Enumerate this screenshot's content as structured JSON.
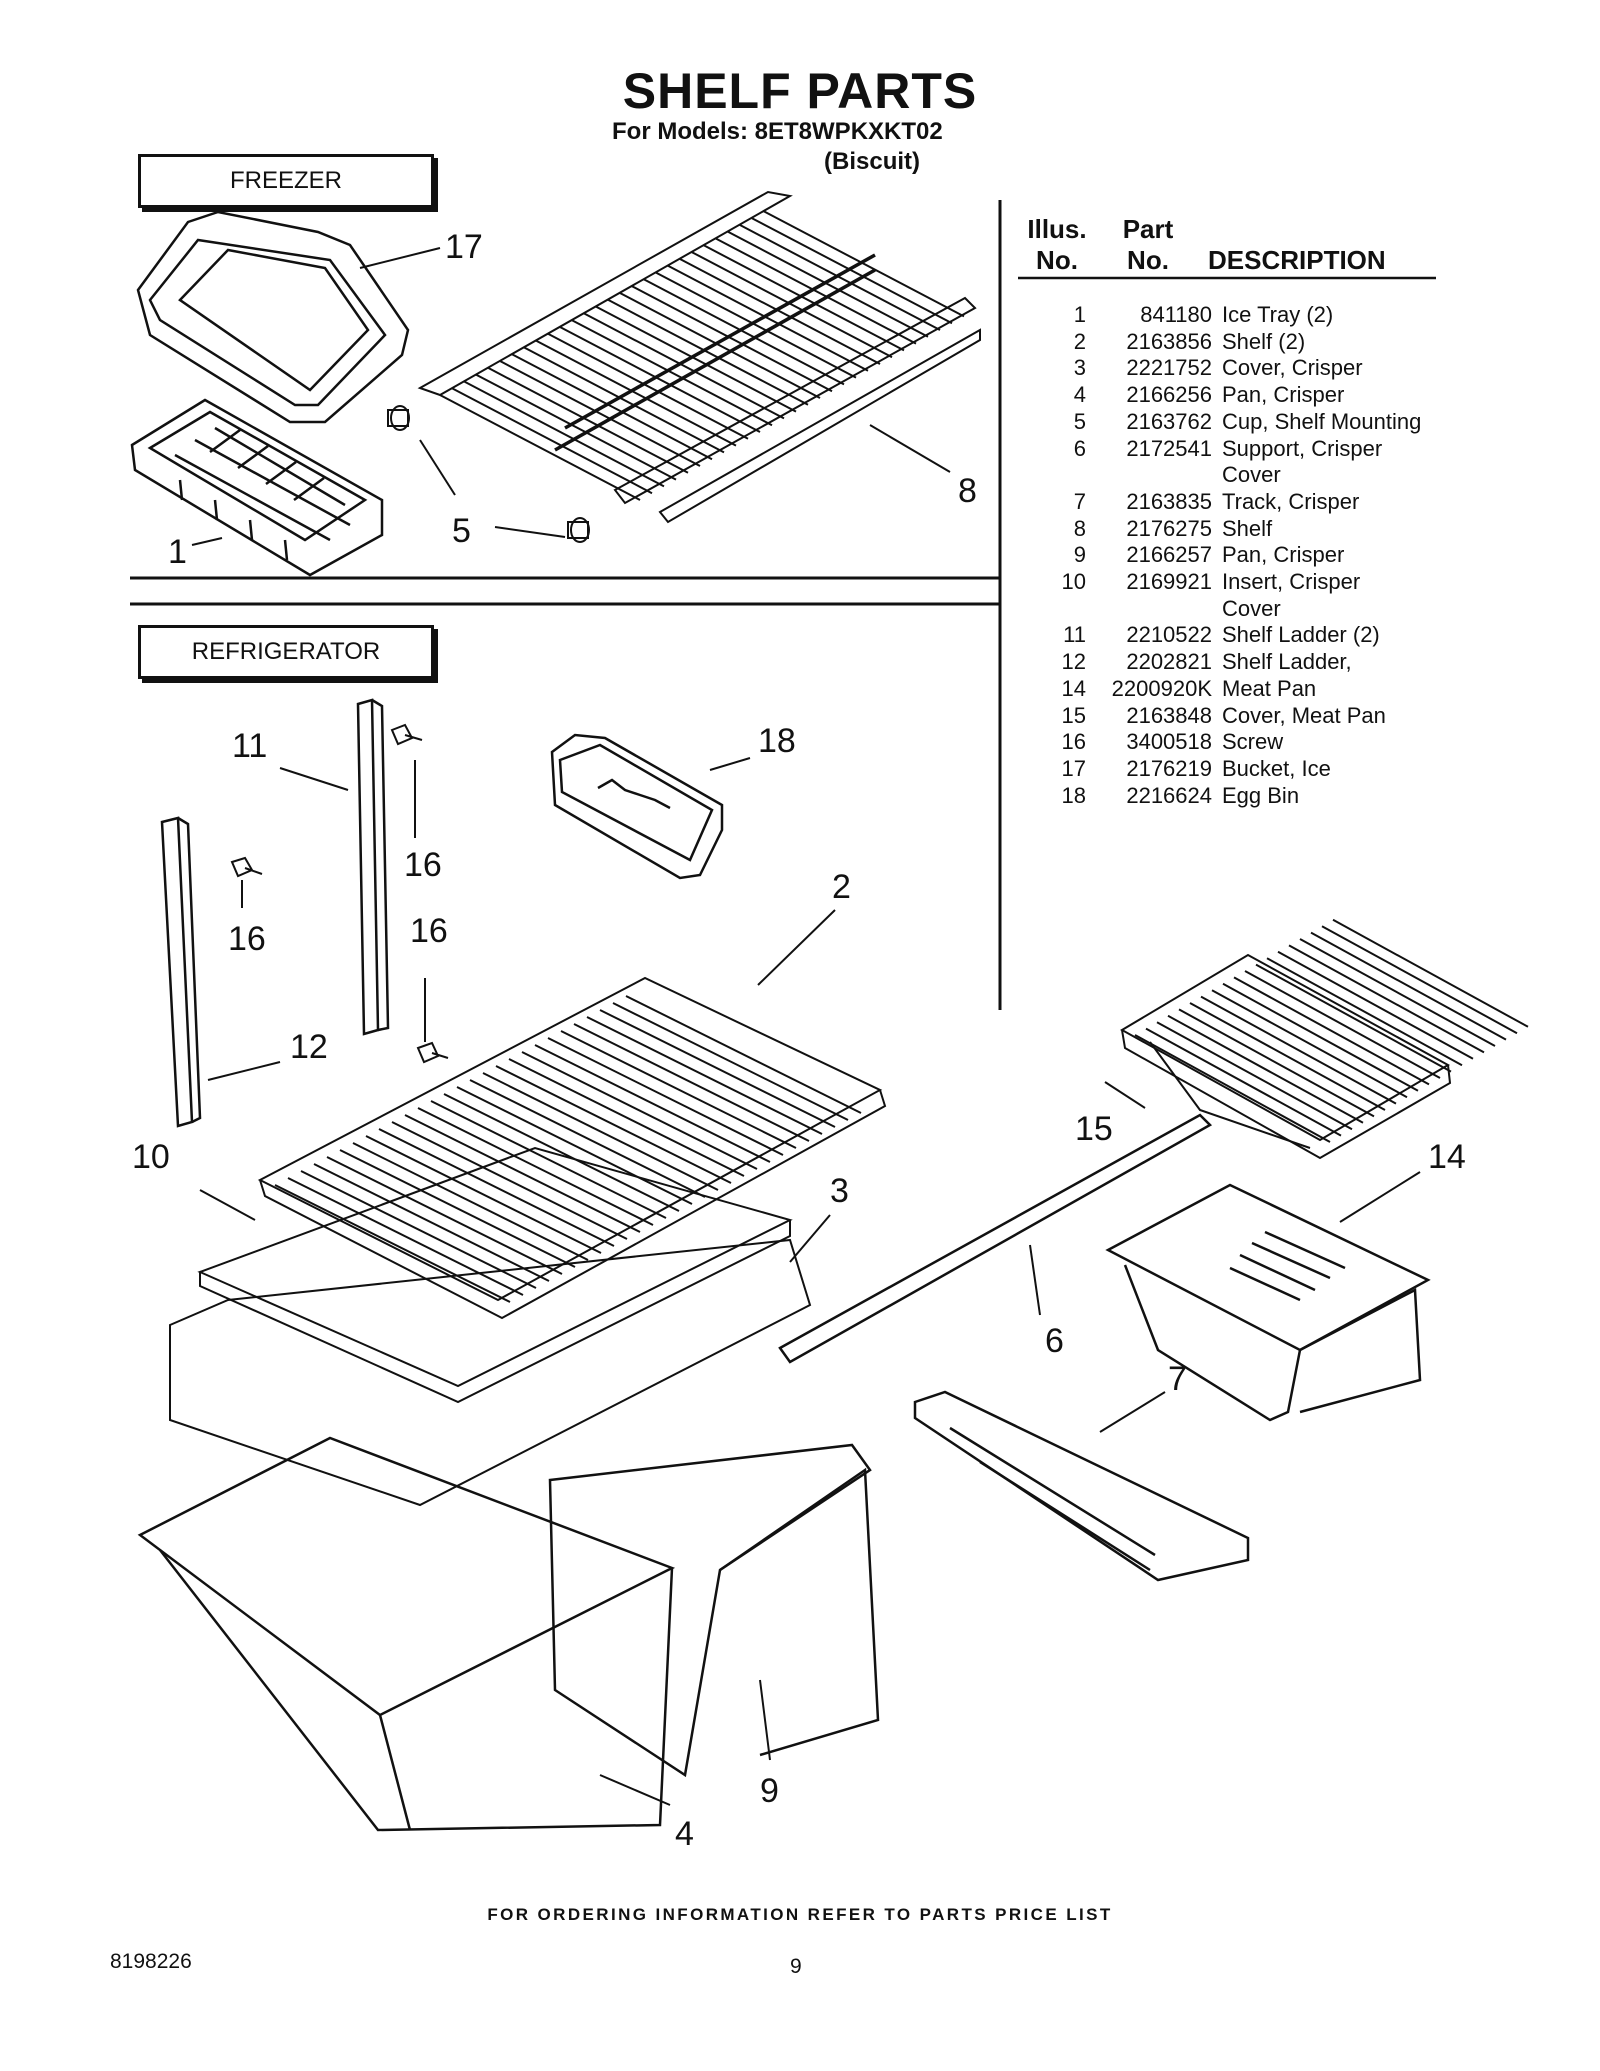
{
  "header": {
    "title": "SHELF PARTS",
    "models_line": "For Models: 8ET8WPKXKT02",
    "color_line": "(Biscuit)"
  },
  "sections": {
    "freezer": "FREEZER",
    "refrigerator": "REFRIGERATOR"
  },
  "table": {
    "head_illus_1": "Illus.",
    "head_illus_2": "No.",
    "head_part_1": "Part",
    "head_part_2": "No.",
    "head_desc": "DESCRIPTION",
    "rows": [
      {
        "no": "1",
        "part": "841180",
        "desc": "Ice Tray (2)"
      },
      {
        "no": "2",
        "part": "2163856",
        "desc": "Shelf (2)"
      },
      {
        "no": "3",
        "part": "2221752",
        "desc": "Cover, Crisper"
      },
      {
        "no": "4",
        "part": "2166256",
        "desc": "Pan, Crisper"
      },
      {
        "no": "5",
        "part": "2163762",
        "desc": "Cup, Shelf Mounting"
      },
      {
        "no": "6",
        "part": "2172541",
        "desc": "Support, Crisper"
      },
      {
        "no": "",
        "part": "",
        "desc": "Cover"
      },
      {
        "no": "7",
        "part": "2163835",
        "desc": "Track, Crisper"
      },
      {
        "no": "8",
        "part": "2176275",
        "desc": "Shelf"
      },
      {
        "no": "9",
        "part": "2166257",
        "desc": "Pan, Crisper"
      },
      {
        "no": "10",
        "part": "2169921",
        "desc": "Insert, Crisper"
      },
      {
        "no": "",
        "part": "",
        "desc": "Cover"
      },
      {
        "no": "11",
        "part": "2210522",
        "desc": "Shelf Ladder (2)"
      },
      {
        "no": "12",
        "part": "2202821",
        "desc": "Shelf Ladder,"
      },
      {
        "no": "14",
        "part": "2200920K",
        "desc": "Meat Pan"
      },
      {
        "no": "15",
        "part": "2163848",
        "desc": "Cover, Meat Pan"
      },
      {
        "no": "16",
        "part": "3400518",
        "desc": "Screw"
      },
      {
        "no": "17",
        "part": "2176219",
        "desc": "Bucket, Ice"
      },
      {
        "no": "18",
        "part": "2216624",
        "desc": "Egg Bin"
      }
    ]
  },
  "callouts": {
    "c1": "1",
    "c2": "2",
    "c3": "3",
    "c4": "4",
    "c5": "5",
    "c6": "6",
    "c7": "7",
    "c8": "8",
    "c9": "9",
    "c10": "10",
    "c11": "11",
    "c12": "12",
    "c14": "14",
    "c15": "15",
    "c16a": "16",
    "c16b": "16",
    "c16c": "16",
    "c17": "17",
    "c18": "18"
  },
  "footer": {
    "ordering_note": "FOR ORDERING INFORMATION REFER TO PARTS PRICE LIST",
    "doc_number": "8198226",
    "page_number": "9"
  }
}
